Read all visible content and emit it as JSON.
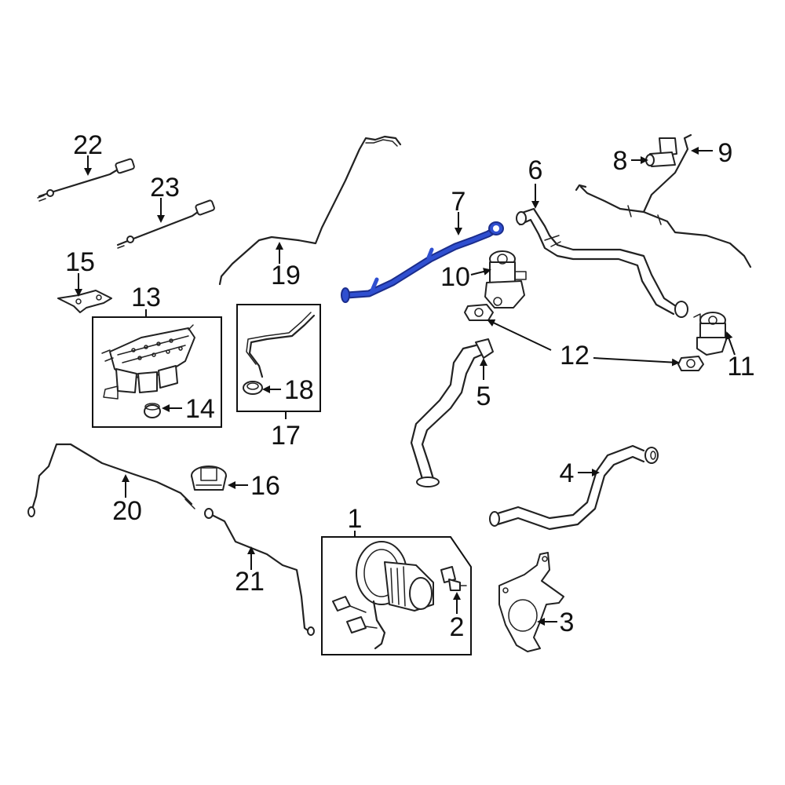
{
  "colors": {
    "highlight": "#2f4fd0",
    "line": "#222222"
  },
  "highlighted_part": "7",
  "callouts": {
    "c1": "1",
    "c2": "2",
    "c3": "3",
    "c4": "4",
    "c5": "5",
    "c6": "6",
    "c7": "7",
    "c8": "8",
    "c9": "9",
    "c10": "10",
    "c11": "11",
    "c12": "12",
    "c13": "13",
    "c14": "14",
    "c15": "15",
    "c16": "16",
    "c17": "17",
    "c18": "18",
    "c19": "19",
    "c20": "20",
    "c21": "21",
    "c22": "22",
    "c23": "23"
  }
}
